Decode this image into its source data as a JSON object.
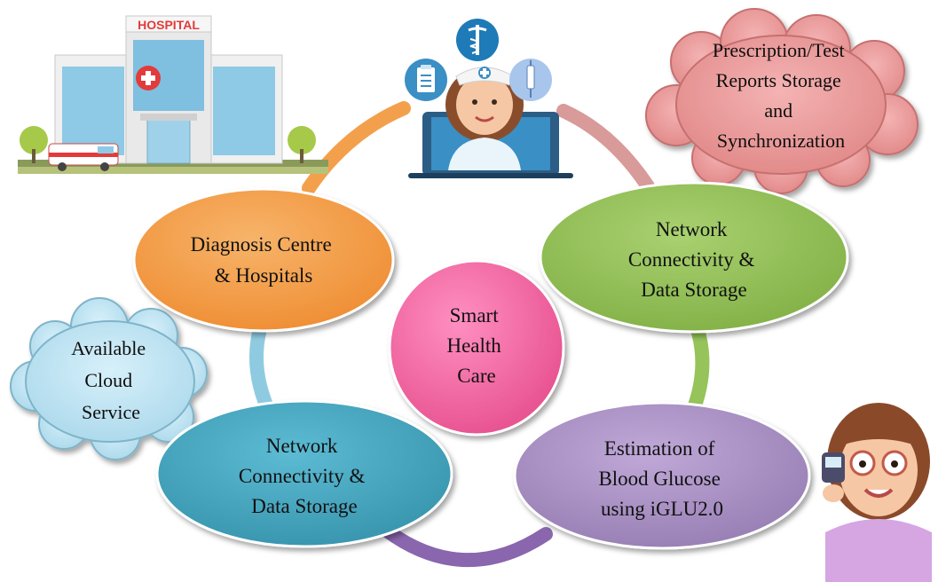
{
  "hospital_sign": "HOSPITAL",
  "center": {
    "lines": [
      "Smart",
      "Health",
      "Care"
    ],
    "color": "#f0679e"
  },
  "nodes": {
    "diagnosis": {
      "lines": [
        "Diagnosis Centre",
        "& Hospitals"
      ],
      "color": "#f39a43"
    },
    "network_top": {
      "lines": [
        "Network",
        "Connectivity &",
        "Data Storage"
      ],
      "color": "#92c056"
    },
    "glucose": {
      "lines": [
        "Estimation of",
        "Blood Glucose",
        "using iGLU2.0"
      ],
      "color": "#a98fc4"
    },
    "network_bottom": {
      "lines": [
        "Network",
        "Connectivity &",
        "Data Storage"
      ],
      "color": "#43a7c2"
    }
  },
  "clouds": {
    "prescription": {
      "lines": [
        "Prescription/Test",
        "Reports Storage",
        "and",
        "Synchronization"
      ],
      "color": "#e99797"
    },
    "available": {
      "lines": [
        "Available",
        "Cloud",
        "Service"
      ],
      "color": "#bfe3f2"
    }
  },
  "ring_colors": {
    "top_left": "#f3a04c",
    "top_right": "#d99a9a",
    "right": "#96c35a",
    "bottom": "#8966ad",
    "left": "#8fcbe0"
  },
  "icons": {
    "hospital": "hospital-building-icon",
    "ambulance": "ambulance-icon",
    "nurse": "telehealth-nurse-icon",
    "caduceus": "caduceus-icon",
    "clipboard": "clipboard-icon",
    "syringe": "syringe-icon",
    "patient": "patient-with-glucometer-icon"
  }
}
